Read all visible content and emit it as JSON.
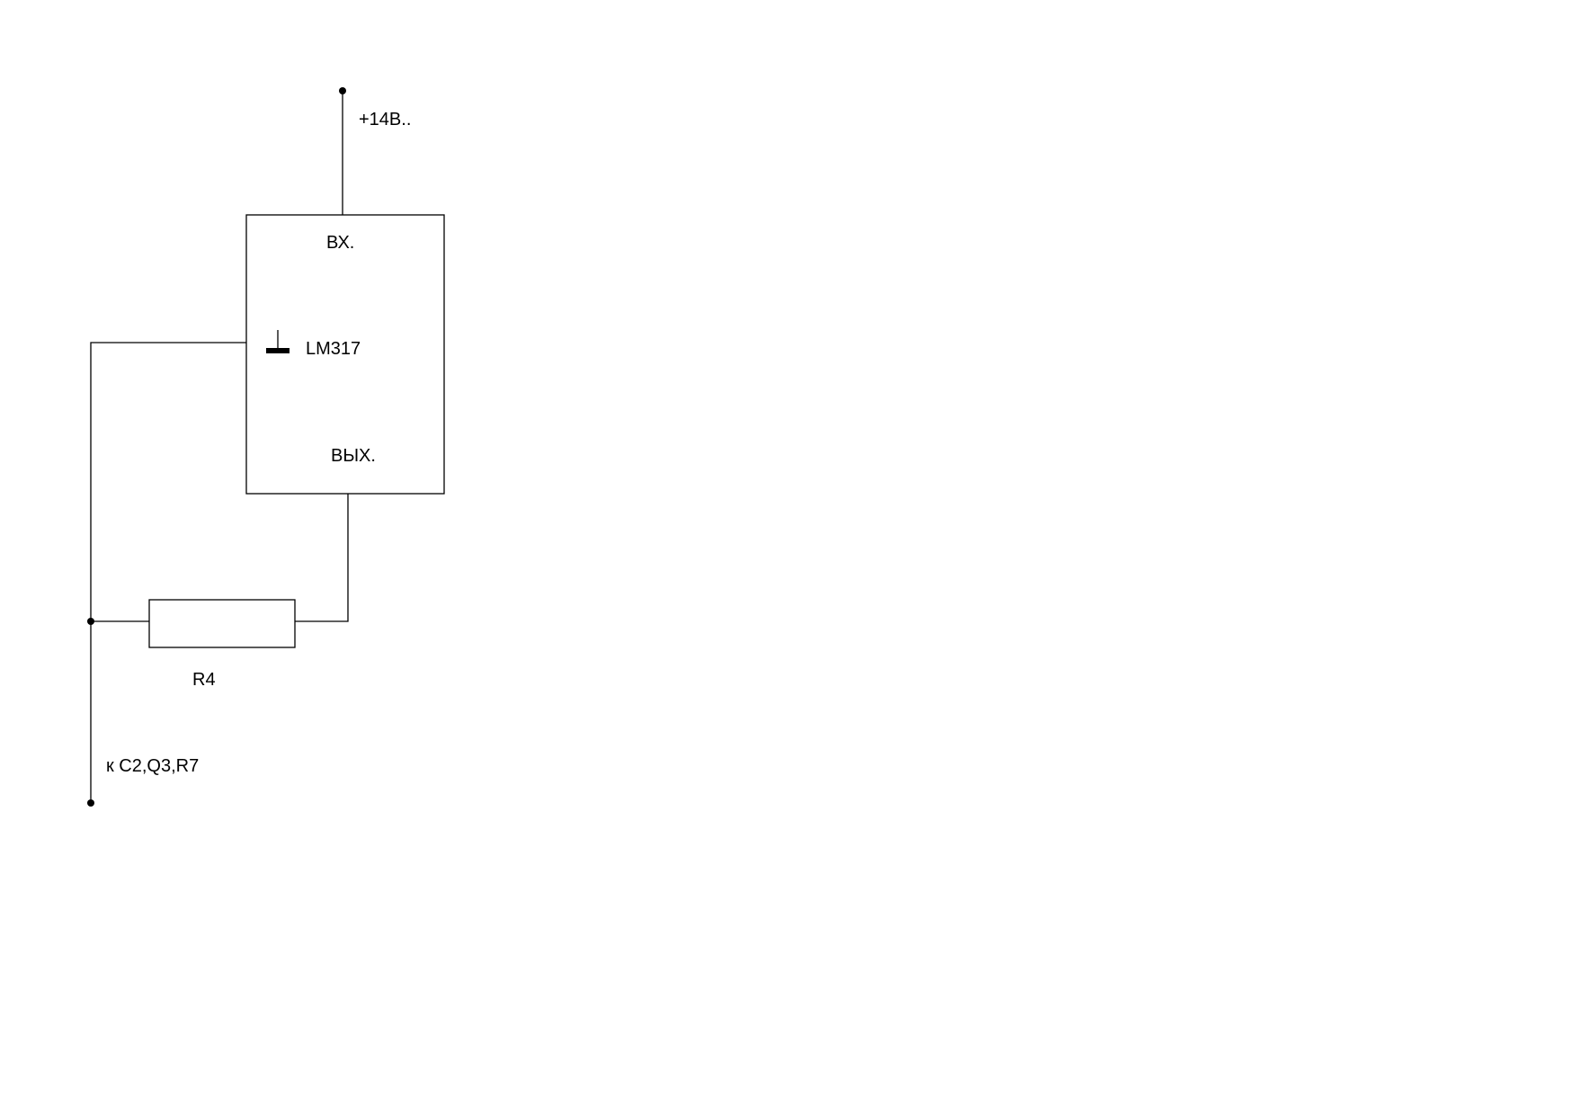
{
  "supply": {
    "label": "+14В.."
  },
  "regulator": {
    "name": "LM317",
    "input_label": "ВХ.",
    "output_label": "ВЫХ."
  },
  "resistor": {
    "label": "R4"
  },
  "output_node": {
    "label": "к C2,Q3,R7"
  },
  "colors": {
    "line": "#000000",
    "background": "#ffffff"
  }
}
